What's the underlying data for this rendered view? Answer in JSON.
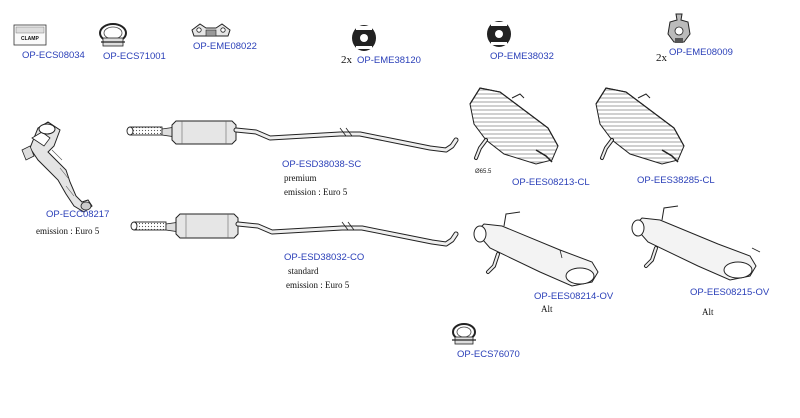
{
  "parts": [
    {
      "id": "clamp-box",
      "label": "OP-ECS08034"
    },
    {
      "id": "pipe-clamp",
      "label": "OP-ECS71001"
    },
    {
      "id": "mount-bracket",
      "label": "OP-EME08022"
    },
    {
      "id": "rubber-hanger-a",
      "label": "OP-EME38120",
      "qty": "2x"
    },
    {
      "id": "rubber-hanger-b",
      "label": "OP-EME38032"
    },
    {
      "id": "rubber-hanger-c",
      "label": "OP-EME08009",
      "qty": "2x"
    },
    {
      "id": "front-pipe",
      "label": "OP-ECC08217",
      "notes": [
        "emission : Euro 5"
      ]
    },
    {
      "id": "center-pipe-premium",
      "label": "OP-ESD38038-SC",
      "notes": [
        "premium",
        "emission : Euro 5"
      ]
    },
    {
      "id": "center-pipe-standard",
      "label": "OP-ESD38032-CO",
      "notes": [
        "standard",
        "emission : Euro 5"
      ]
    },
    {
      "id": "rear-box-cl1",
      "label": "OP-EES08213-CL",
      "dimension": "Ø65.5"
    },
    {
      "id": "rear-box-cl2",
      "label": "OP-EES38285-CL"
    },
    {
      "id": "rear-box-ov1",
      "label": "OP-EES08214-OV",
      "notes": [
        "Alt"
      ]
    },
    {
      "id": "rear-box-ov2",
      "label": "OP-EES08215-OV",
      "notes": [
        "Alt"
      ]
    },
    {
      "id": "ring-clamp",
      "label": "OP-ECS76070"
    }
  ],
  "clamp_box_text": "CLAMP",
  "colors": {
    "label": "#2a3fb8",
    "stroke": "#333333",
    "fill": "#e9e9e9"
  }
}
